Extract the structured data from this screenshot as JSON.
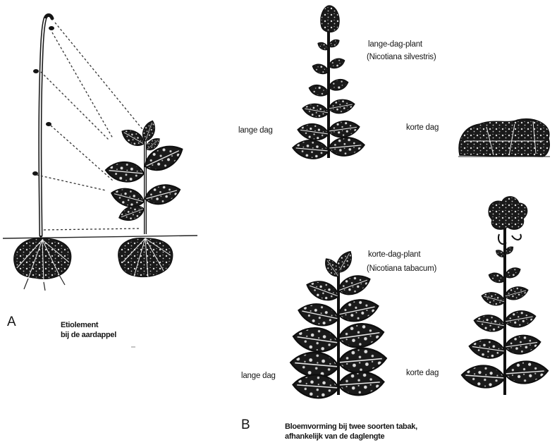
{
  "panel_a": {
    "letter": "A",
    "caption_line1": "Etiolement",
    "caption_line2": "bij de aardappel"
  },
  "panel_b": {
    "letter": "B",
    "long_day_plant": {
      "name": "lange-dag-plant",
      "species": "(Nicotiana silvestris)",
      "label_long": "lange dag",
      "label_short": "korte dag"
    },
    "short_day_plant": {
      "name": "korte-dag-plant",
      "species": "(Nicotiana tabacum)",
      "label_long": "lange dag",
      "label_short": "korte dag"
    },
    "caption_line1": "Bloemvorming bij twee soorten tabak,",
    "caption_line2": "afhankelijk van de daglengte"
  },
  "colors": {
    "ink": "#151515",
    "leaf_highlight": "#e8e8e8",
    "background": "#ffffff"
  }
}
